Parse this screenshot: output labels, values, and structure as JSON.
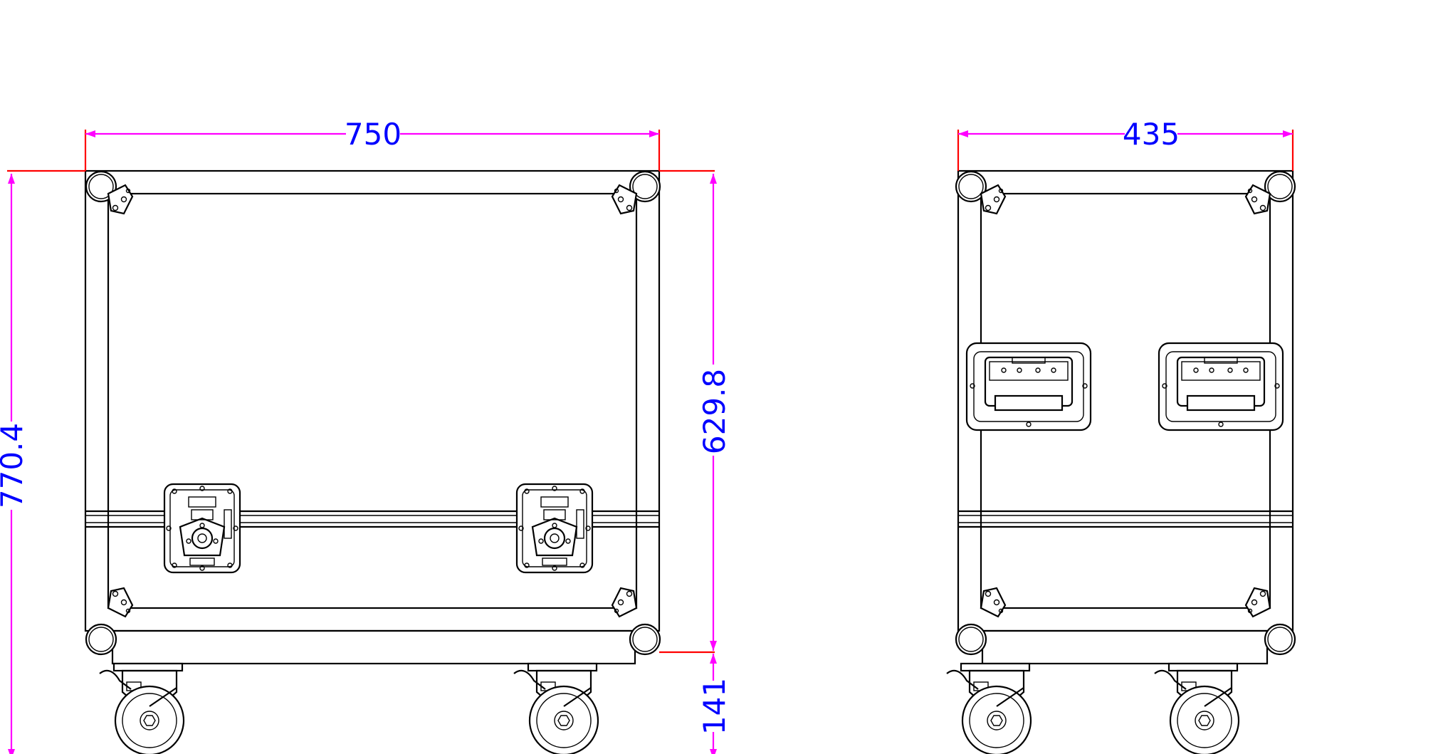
{
  "colors": {
    "outline": "#000000",
    "dimension_line": "#ff00ff",
    "dimension_text": "#0000ff",
    "extension_line": "#ff0000",
    "background": "#ffffff"
  },
  "front_view": {
    "width_label": "750",
    "total_height_label": "770.4",
    "case_height_label": "629.8",
    "caster_height_label": "141"
  },
  "side_view": {
    "depth_label": "435"
  }
}
